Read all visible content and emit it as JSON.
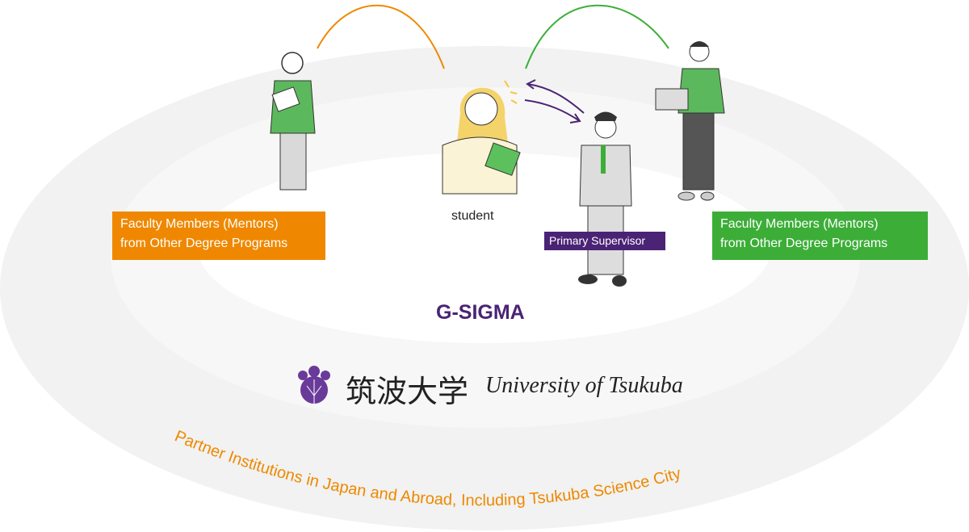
{
  "diagram": {
    "student_label": "student",
    "supervisor_label": "Primary Supervisor",
    "mentor_left": {
      "line1": "Faculty Members (Mentors)",
      "line2": "from Other Degree Programs"
    },
    "mentor_right": {
      "line1": "Faculty Members (Mentors)",
      "line2": "from Other Degree Programs"
    },
    "program_name": "G-SIGMA",
    "university": {
      "name_jp": "筑波大学",
      "name_en": "University of Tsukuba"
    },
    "outer_ring_label": "Partner Institutions in Japan and Abroad, Including Tsukuba Science City"
  },
  "colors": {
    "orange": "#ef8800",
    "green": "#3cae38",
    "purple": "#4a2375"
  }
}
